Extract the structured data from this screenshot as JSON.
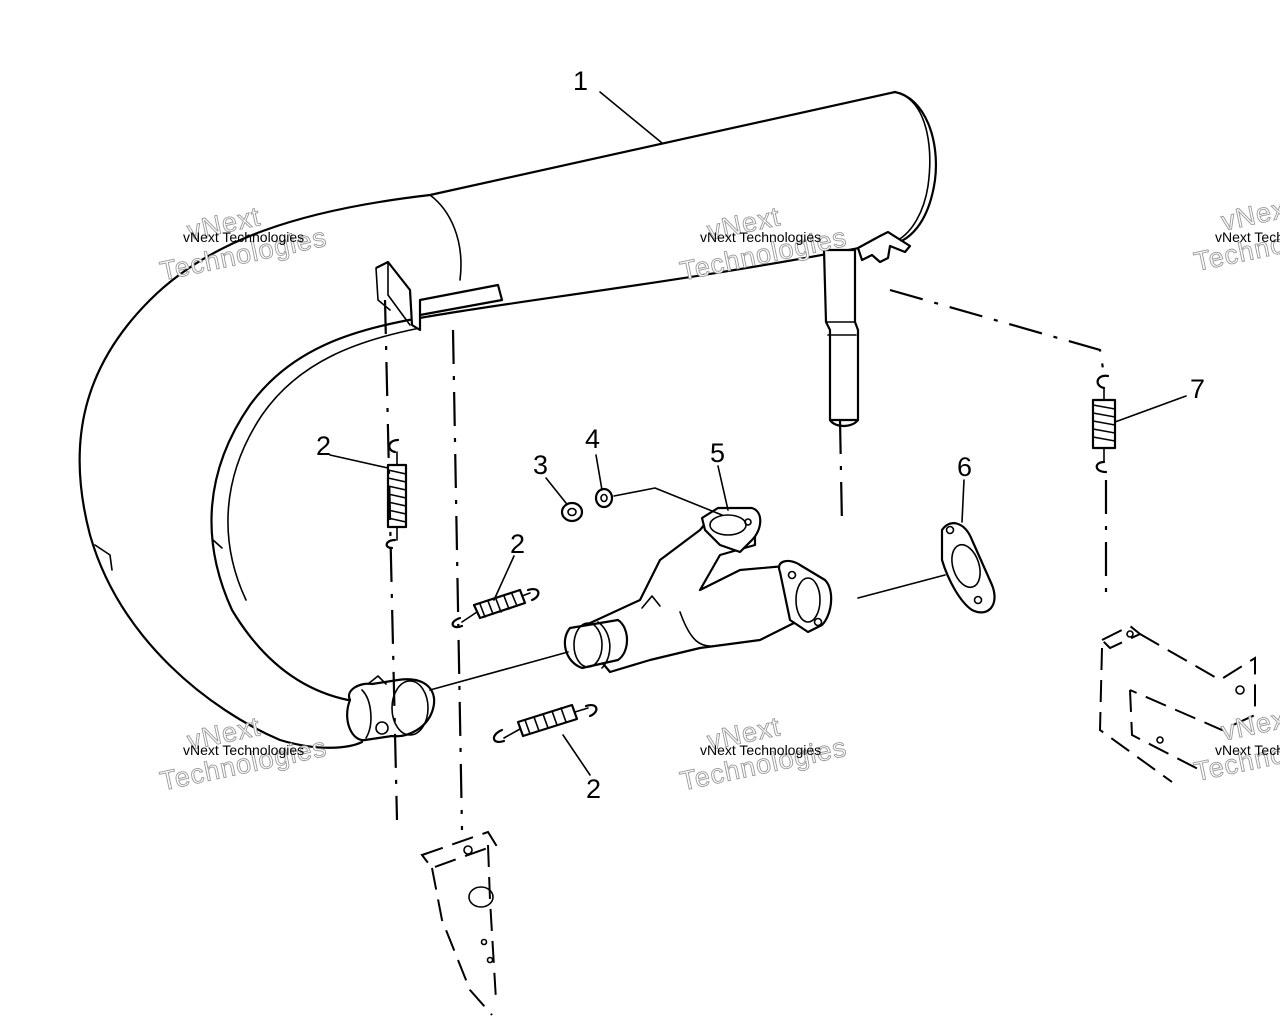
{
  "diagram": {
    "callouts": [
      {
        "id": "c1",
        "label": "1"
      },
      {
        "id": "c2a",
        "label": "2"
      },
      {
        "id": "c2b",
        "label": "2"
      },
      {
        "id": "c2c",
        "label": "2"
      },
      {
        "id": "c3",
        "label": "3"
      },
      {
        "id": "c4",
        "label": "4"
      },
      {
        "id": "c5",
        "label": "5"
      },
      {
        "id": "c6",
        "label": "6"
      },
      {
        "id": "c7",
        "label": "7"
      }
    ],
    "watermark": {
      "small_text": "vNext Technologies",
      "big_line1": "vNext",
      "big_line2": "Technologies"
    }
  }
}
